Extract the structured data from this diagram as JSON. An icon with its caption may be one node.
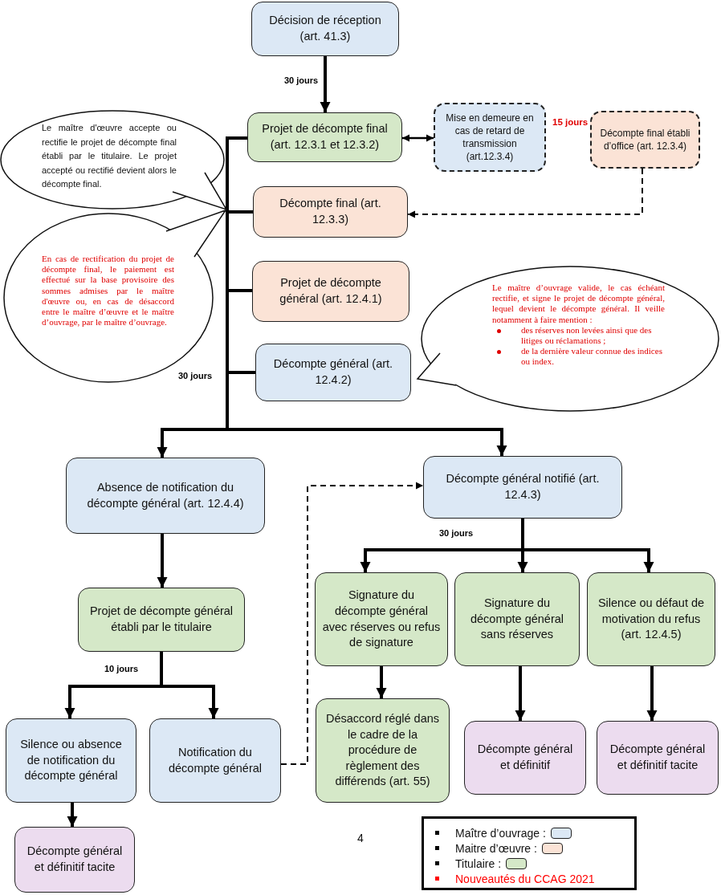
{
  "diagram": {
    "nodes": [
      {
        "text": [
          "Décision de réception (art. 41.3)"
        ]
      },
      {
        "text": [
          "Projet de décompte final (art. 12.3.1 et 12.3.2)"
        ]
      },
      {
        "text": [
          "Mise en demeure  en cas de retard de transmission (art.12.3.4)"
        ]
      },
      {
        "text": [
          "Décompte final établi d’office (art. 12.3.4)"
        ]
      },
      {
        "text": [
          "Décompte final (art. 12.3.3)"
        ]
      },
      {
        "text": [
          "Projet de décompte général (art. 12.4.1)"
        ]
      },
      {
        "text": [
          "Décompte général (art. 12.4.2)"
        ]
      },
      {
        "text": [
          "Le maître d'œuvre accepte ou rectifie le projet de décompte final établi par le titulaire. Le projet accepté ou rectifié devient alors le décompte final."
        ]
      },
      {
        "text": [
          "En cas de rectification du projet de décompte final, le paiement est effectué sur la base provisoire des sommes admises par le maître d'œuvre ou, en cas de désaccord entre le maître d’œuvre et le maître d’ouvrage, par le maître d’ouvrage."
        ]
      },
      {
        "text": [
          "Le maître d’ouvrage valide, le cas échéant rectifie, et signe le projet de décompte général, lequel devient le décompte général. Il veille notamment à faire mention :",
          "des réserves non levées ainsi que des litiges ou réclamations ;",
          "de la dernière valeur connue des indices ou index."
        ]
      },
      {
        "text": [
          "Absence de notification du décompte général (art. 12.4.4)"
        ]
      },
      {
        "text": [
          "Décompte général notifié (art. 12.4.3)"
        ]
      },
      {
        "text": [
          "Projet de décompte général établi par le titulaire"
        ]
      },
      {
        "text": [
          "Signature du décompte général avec réserves  ou refus de signature"
        ]
      },
      {
        "text": [
          "Signature du décompte général sans réserves"
        ]
      },
      {
        "text": [
          "Silence ou défaut de motivation du refus (art. 12.4.5)"
        ]
      },
      {
        "text": [
          "Silence ou absence de notification du décompte général"
        ]
      },
      {
        "text": [
          "Notification du décompte général"
        ]
      },
      {
        "text": [
          "Désaccord réglé dans le cadre de la procédure de règlement des différends (art. 55)"
        ]
      },
      {
        "text": [
          "Décompte général et définitif"
        ]
      },
      {
        "text": [
          "Décompte général et définitif tacite"
        ]
      },
      {
        "text": [
          "Décompte général et définitif tacite"
        ]
      }
    ],
    "edges": [
      {
        "from": 0,
        "to": 1,
        "arrow": "to",
        "label": "30 jours"
      },
      {
        "from": 1,
        "to": 2,
        "arrow": "both"
      },
      {
        "from": 3,
        "to": 4,
        "arrow": "to",
        "style": "dashed"
      },
      {
        "from": 1,
        "to": 4,
        "arrow": "none"
      },
      {
        "from": 1,
        "to": 5,
        "arrow": "none"
      },
      {
        "from": 1,
        "to": 6,
        "arrow": "none",
        "label": "30 jours"
      },
      {
        "from": 6,
        "to": 10,
        "arrow": "to"
      },
      {
        "from": 6,
        "to": 11,
        "arrow": "to"
      },
      {
        "from": 10,
        "to": 12,
        "arrow": "to"
      },
      {
        "from": 12,
        "to": 16,
        "arrow": "to",
        "label": "10 jours"
      },
      {
        "from": 12,
        "to": 17,
        "arrow": "to"
      },
      {
        "from": 17,
        "to": 11,
        "arrow": "to",
        "style": "dashed"
      },
      {
        "from": 11,
        "to": 13,
        "arrow": "to",
        "label": "30 jours"
      },
      {
        "from": 11,
        "to": 14,
        "arrow": "to"
      },
      {
        "from": 11,
        "to": 15,
        "arrow": "to"
      },
      {
        "from": 13,
        "to": 18,
        "arrow": "to"
      },
      {
        "from": 14,
        "to": 19,
        "arrow": "to"
      },
      {
        "from": 15,
        "to": 20,
        "arrow": "to"
      },
      {
        "from": 16,
        "to": 21,
        "arrow": "to"
      }
    ],
    "labels": [
      "15 jours",
      "4"
    ],
    "legend": [
      {
        "text": "Maître d’ouvrage :",
        "color": "#dce8f5"
      },
      {
        "text": "Maitre d’œuvre :",
        "color": "#fbe3d6"
      },
      {
        "text": "Titulaire :",
        "color": "#d5e8c8"
      },
      {
        "text": "Nouveautés du CCAG 2021",
        "color": "#ff0000"
      }
    ]
  }
}
